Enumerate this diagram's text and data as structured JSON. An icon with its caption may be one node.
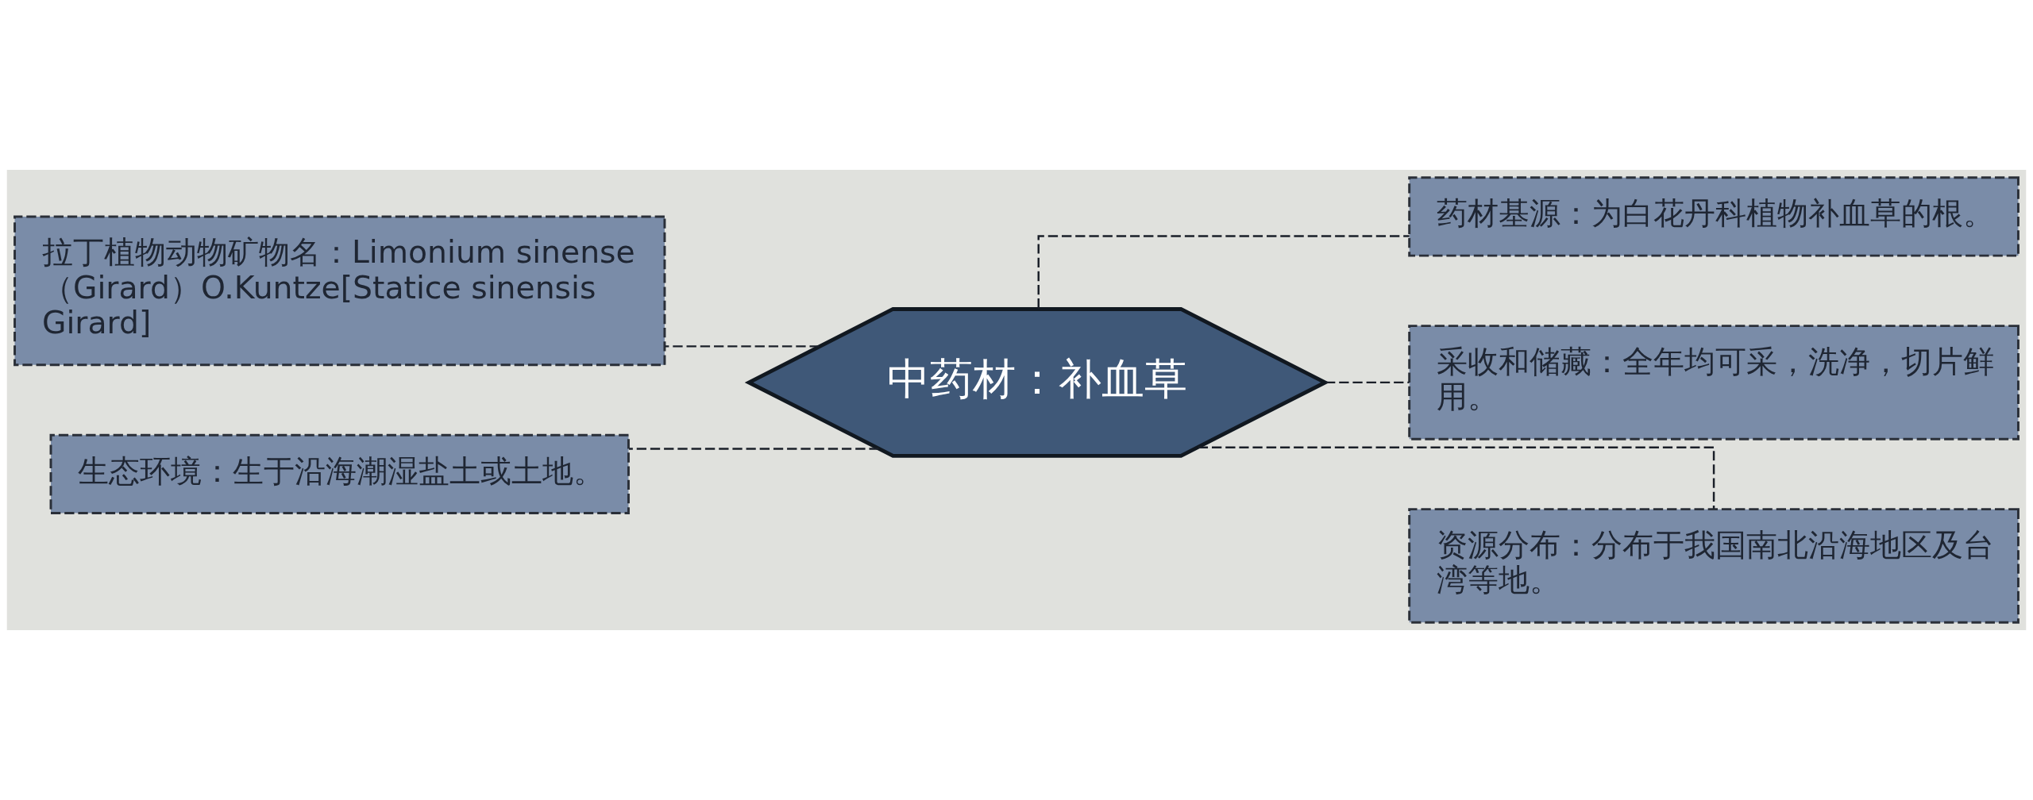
{
  "diagram": {
    "nodes": [
      {
        "text": [
          "中药材：补血草"
        ]
      },
      {
        "text": [
          "拉丁植物动物矿物名：Limonium sinense（Girard）O.Kuntze[Statice sinensis Girard]"
        ]
      },
      {
        "text": [
          "生态环境：生于沿海潮湿盐土或土地。"
        ]
      },
      {
        "text": [
          "药材基源：为白花丹科植物补血草的根。"
        ]
      },
      {
        "text": [
          "采收和储藏：全年均可采，洗净，切片鲜用。"
        ]
      },
      {
        "text": [
          "资源分布：分布于我国南北沿海地区及台湾等地。"
        ]
      }
    ],
    "edges": [
      {
        "from": 0,
        "to": 1,
        "arrow": "none",
        "style": "dashed"
      },
      {
        "from": 0,
        "to": 2,
        "arrow": "none",
        "style": "dashed"
      },
      {
        "from": 0,
        "to": 3,
        "arrow": "none",
        "style": "dashed"
      },
      {
        "from": 0,
        "to": 4,
        "arrow": "none",
        "style": "dashed"
      },
      {
        "from": 0,
        "to": 5,
        "arrow": "none",
        "style": "dashed"
      }
    ]
  }
}
